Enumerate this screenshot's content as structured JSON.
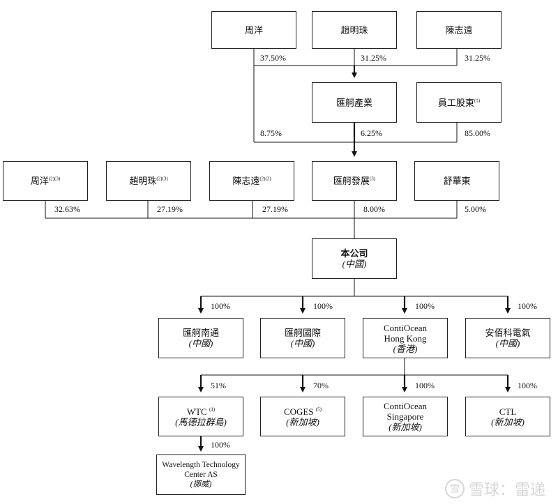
{
  "top_holders": {
    "zhou": "周洋",
    "zhao": "趙明珠",
    "chen": "陳志遠"
  },
  "mid_row": {
    "huitong_industry": "匯舸產業",
    "employee_label": "員工股東",
    "employee_note": "(1)"
  },
  "pct_top": {
    "zhou_to_industry": "37.50%",
    "zhao_to_industry": "31.25%",
    "chen_to_industry": "31.25%"
  },
  "pct_mid": {
    "zhou_to_dev": "8.75%",
    "industry_to_dev": "6.25%",
    "employee_to_dev": "85.00%"
  },
  "shareholders_row": {
    "zhou": "周洋",
    "zhou_note": "(2)(3)",
    "zhao": "趙明珠",
    "zhao_note": "(2)(3)",
    "chen": "陳志遠",
    "chen_note": "(2)(3)",
    "dev": "匯舸發展",
    "dev_note": "(3)",
    "shu": "舒華東"
  },
  "pct_company": {
    "zhou": "32.63%",
    "zhao": "27.19%",
    "chen": "27.19%",
    "dev": "8.00%",
    "shu": "5.00%"
  },
  "company": {
    "name": "本公司",
    "region": "(中國)"
  },
  "subsidiaries": [
    {
      "name": "匯舸南通",
      "name2": "",
      "region": "(中國)",
      "pct": "100%"
    },
    {
      "name": "匯舸國際",
      "name2": "",
      "region": "(中國)",
      "pct": "100%"
    },
    {
      "name": "ContiOcean",
      "name2": "Hong Kong",
      "region": "(香港)",
      "pct": "100%"
    },
    {
      "name": "安佰科電氣",
      "name2": "",
      "region": "(中國)",
      "pct": "100%"
    }
  ],
  "hk_subsidiaries": [
    {
      "name": "WTC",
      "note": "(4)",
      "name2": "",
      "region": "(馬德拉群島)",
      "pct": "51%"
    },
    {
      "name": "COGES",
      "note": "(5)",
      "name2": "",
      "region": "(新加坡)",
      "pct": "70%"
    },
    {
      "name": "ContiOcean",
      "note": "",
      "name2": "Singapore",
      "region": "(新加坡)",
      "pct": "100%"
    },
    {
      "name": "CTL",
      "note": "",
      "name2": "",
      "region": "(新加坡)",
      "pct": "100%"
    }
  ],
  "wtc_sub": {
    "line1": "Wavelength Technology",
    "line2": "Center AS",
    "region": "(挪威)",
    "pct": "100%"
  },
  "watermark": {
    "text": "雪球：雷递",
    "logo": "雪"
  }
}
